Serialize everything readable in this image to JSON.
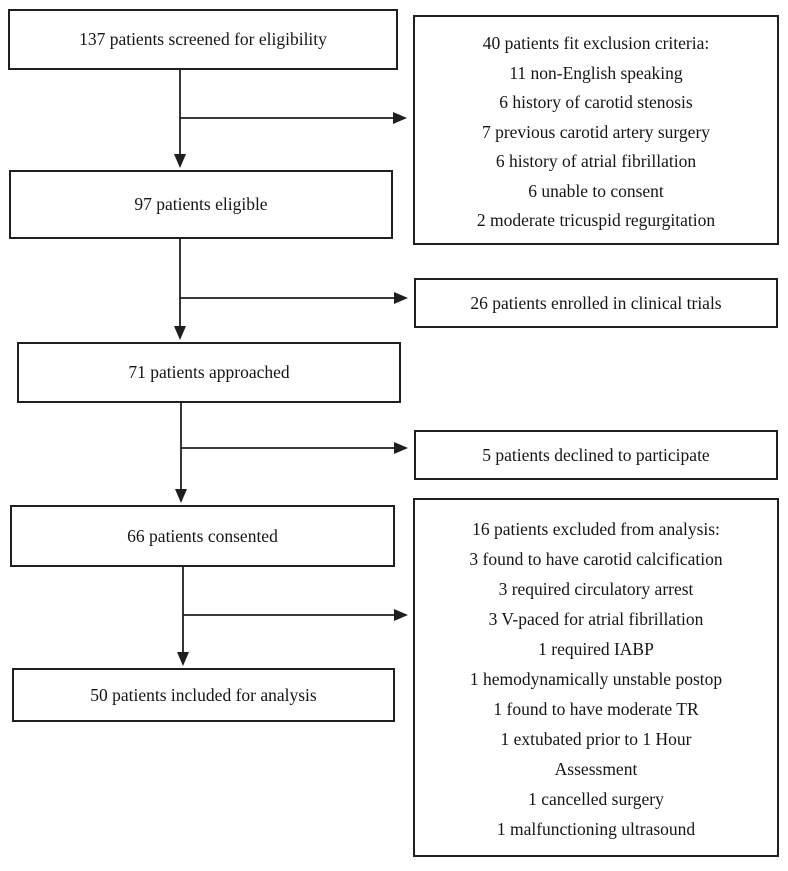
{
  "diagram": {
    "type": "patient-flow-consort-diagram",
    "colors": {
      "background": "#ffffff",
      "border": "#1f1f1f",
      "text": "#151515",
      "arrow": "#1f1f1f"
    },
    "left_boxes": [
      {
        "label": "137 patients screened for eligibility"
      },
      {
        "label": "97 patients eligible"
      },
      {
        "label": "71 patients approached"
      },
      {
        "label": "66 patients consented"
      },
      {
        "label": "50 patients included for analysis"
      }
    ],
    "right_boxes": [
      {
        "lines": [
          "40 patients fit exclusion criteria:",
          "11 non-English speaking",
          "6 history of carotid stenosis",
          "7 previous carotid artery surgery",
          "6 history of atrial fibrillation",
          "6 unable to consent",
          "2 moderate tricuspid regurgitation"
        ]
      },
      {
        "lines": [
          "26 patients enrolled in clinical trials"
        ]
      },
      {
        "lines": [
          "5 patients declined to participate"
        ]
      },
      {
        "lines": [
          "16 patients excluded from analysis:",
          "3 found to have carotid calcification",
          "3 required circulatory arrest",
          "3 V-paced for atrial fibrillation",
          "1 required IABP",
          "1 hemodynamically unstable postop",
          "1 found to have moderate TR",
          "1 extubated prior to 1 Hour",
          "Assessment",
          "1 cancelled surgery",
          "1 malfunctioning ultrasound"
        ]
      }
    ]
  }
}
